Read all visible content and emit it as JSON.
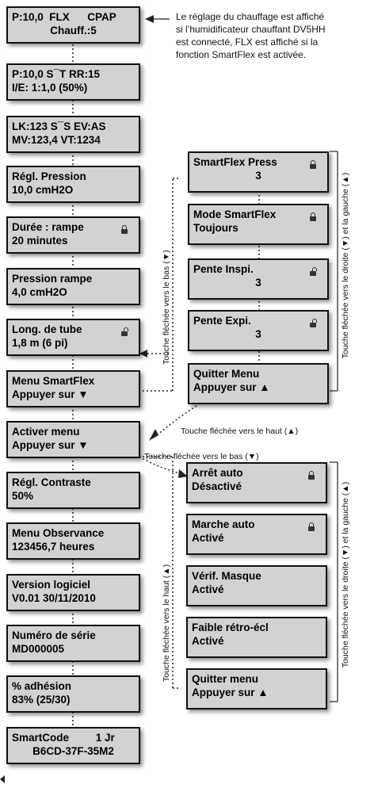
{
  "left_column": [
    {
      "line1": "P:10,0  FLX      CPAP",
      "line2": "Chauff.:5"
    },
    {
      "line1": "P:10,0 S¯T RR:15",
      "line2": "I/E: 1:1,0 (50%)"
    },
    {
      "line1": "LK:123 S¯S EV:AS",
      "line2": "MV:123,4 VT:1234"
    },
    {
      "line1": "Régl. Pression",
      "line2": "10,0 cmH2O"
    },
    {
      "line1": "Durée : rampe",
      "line2": "20 minutes",
      "icon": "lock-icon"
    },
    {
      "line1": "Pression rampe",
      "line2": "4,0 cmH2O"
    },
    {
      "line1": "Long. de tube",
      "line2": "1,8 m (6 pi)",
      "icon": "unlock-icon"
    },
    {
      "line1": "Menu SmartFlex",
      "line2": "Appuyer sur ▼"
    },
    {
      "line1": "Activer menu",
      "line2": "Appuyer sur ▼"
    },
    {
      "line1": "Régl. Contraste",
      "line2": "50%"
    },
    {
      "line1": "Menu Observance",
      "line2": "123456,7 heures"
    },
    {
      "line1": "Version logiciel",
      "line2": "V0.01 30/11/2010"
    },
    {
      "line1": "Numéro de série",
      "line2": "MD000005"
    },
    {
      "line1": "% adhésion",
      "line2": "83% (25/30)"
    },
    {
      "line1": "SmartCode         1 Jr",
      "line2": "B6CD-37F-35M2"
    }
  ],
  "smartflex_menu": [
    {
      "line1": "SmartFlex Press",
      "line2": "3",
      "icon": "lock-icon"
    },
    {
      "line1": "Mode SmartFlex",
      "line2": "Toujours",
      "icon": "lock-icon"
    },
    {
      "line1": "Pente Inspi.",
      "line2": "3",
      "icon": "unlock-icon"
    },
    {
      "line1": "Pente Expi.",
      "line2": "3",
      "icon": "unlock-icon"
    },
    {
      "line1": "Quitter Menu",
      "line2": "Appuyer sur ▲"
    }
  ],
  "activer_menu": [
    {
      "line1": "Arrêt auto",
      "line2": "Désactivé",
      "icon": "lock-icon"
    },
    {
      "line1": "Marche auto",
      "line2": "Activé",
      "icon": "lock-icon"
    },
    {
      "line1": "Vérif. Masque",
      "line2": "Activé"
    },
    {
      "line1": "Faible rétro-écl",
      "line2": "Activé"
    },
    {
      "line1": "Quitter menu",
      "line2": "Appuyer sur ▲"
    }
  ],
  "annotations": {
    "heater_note_line1": "Le réglage du chauffage est affiché",
    "heater_note_line2": "si l’humidificateur chauffant DV5HH",
    "heater_note_line3": "est connecté, FLX est affiché si la",
    "heater_note_line4": "fonction SmartFlex est activée.",
    "down_arrow_key_1": "Touche fléchée vers le bas (▼)",
    "right_left_arrow_key_1": "Touche fléchée vers le droite (▼) et la gauche (▲)",
    "up_arrow_key": "Touche fléchée vers le haut (▲)",
    "down_arrow_key_2": "Touche fléchée vers le bas (▼)",
    "up_arrow_key_vertical": "Touche fléchée vers le haut (▲)",
    "right_left_arrow_key_2": "Touche fléchée vers le droite (▼) et la gauche (▲)"
  }
}
